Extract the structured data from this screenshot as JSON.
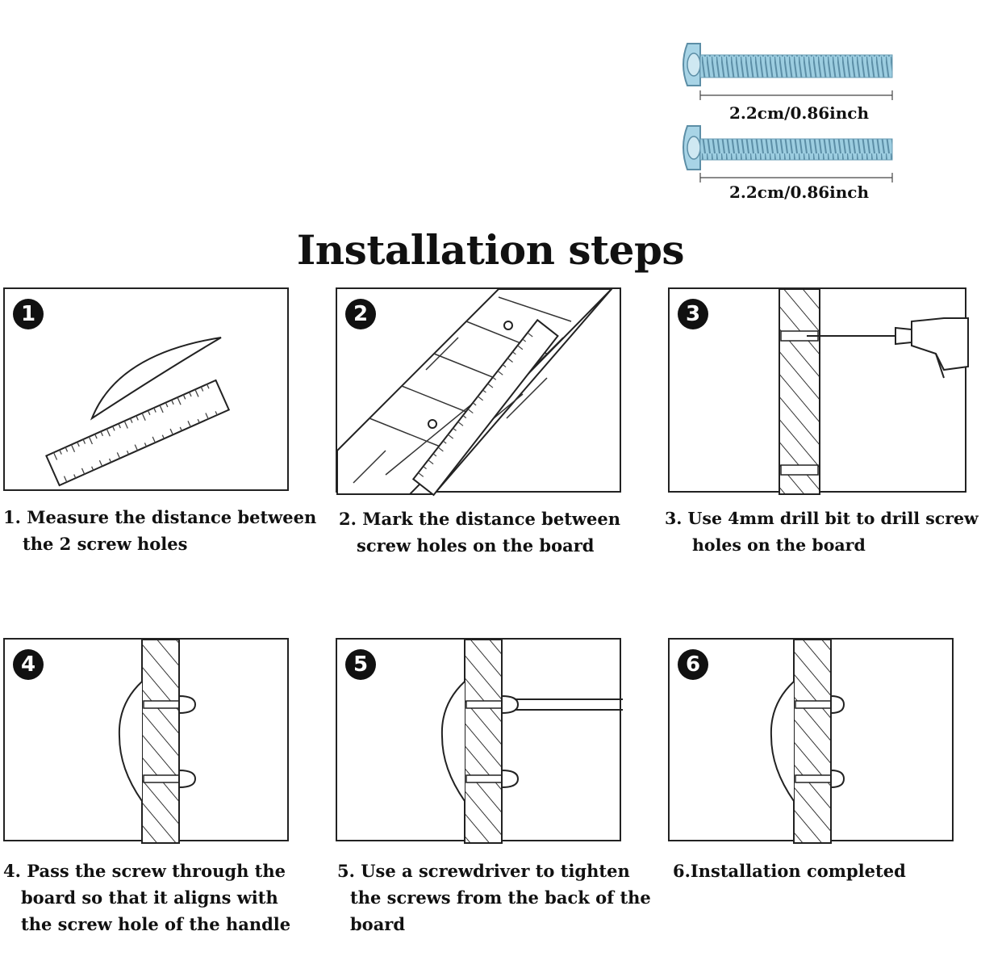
{
  "screw_sizes": [
    "2.2cm/0.86inch",
    "2.2cm/0.86inch"
  ],
  "title": "Installation steps",
  "steps": [
    {
      "number": "1",
      "caption_lines": [
        "1. Measure the distance between",
        "the 2 screw holes"
      ]
    },
    {
      "number": "2",
      "caption_lines": [
        "2. Mark the distance between",
        "screw holes on the board"
      ]
    },
    {
      "number": "3",
      "caption_lines": [
        "3. Use 4mm drill bit to drill screw",
        "holes on the board"
      ]
    },
    {
      "number": "4",
      "caption_lines": [
        "4. Pass the screw through the",
        "board so that it aligns with",
        "the screw hole of the handle"
      ]
    },
    {
      "number": "5",
      "caption_lines": [
        "5. Use a screwdriver to tighten",
        "the screws from the back of the",
        "board"
      ]
    },
    {
      "number": "6",
      "caption_lines": [
        "6.Installation completed"
      ]
    }
  ],
  "colors": {
    "line": "#222222",
    "screw": "#8fc3d8",
    "screw_dark": "#5c8ea6"
  }
}
